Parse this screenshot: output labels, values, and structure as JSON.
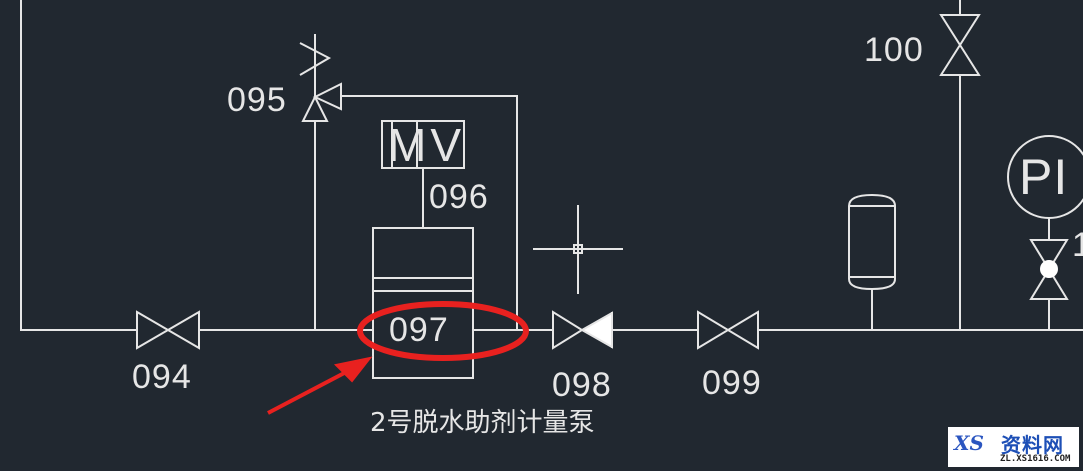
{
  "diagram": {
    "type": "P&ID piping schematic (CAD)",
    "background": "#212830",
    "line_color": "#e6e6e6",
    "highlight_color": "#e8211f"
  },
  "tags": {
    "valve_094": "094",
    "relief_valve_095": "095",
    "solenoid_096": "096",
    "pump_097": "097",
    "check_valve_098": "098",
    "valve_099": "099",
    "valve_100": "100",
    "gauge_valve_partial": "1"
  },
  "instruments": {
    "solenoid_label": "MV",
    "pressure_indicator_label": "PI"
  },
  "pump_caption": "2号脱水助剂计量泵",
  "annotation": {
    "highlight": "red ellipse around 097",
    "arrow": "red arrow pointing to pump 097"
  },
  "watermark": {
    "logo_text": "XS",
    "name": "资料网",
    "url": "ZL.XS1616.COM"
  }
}
